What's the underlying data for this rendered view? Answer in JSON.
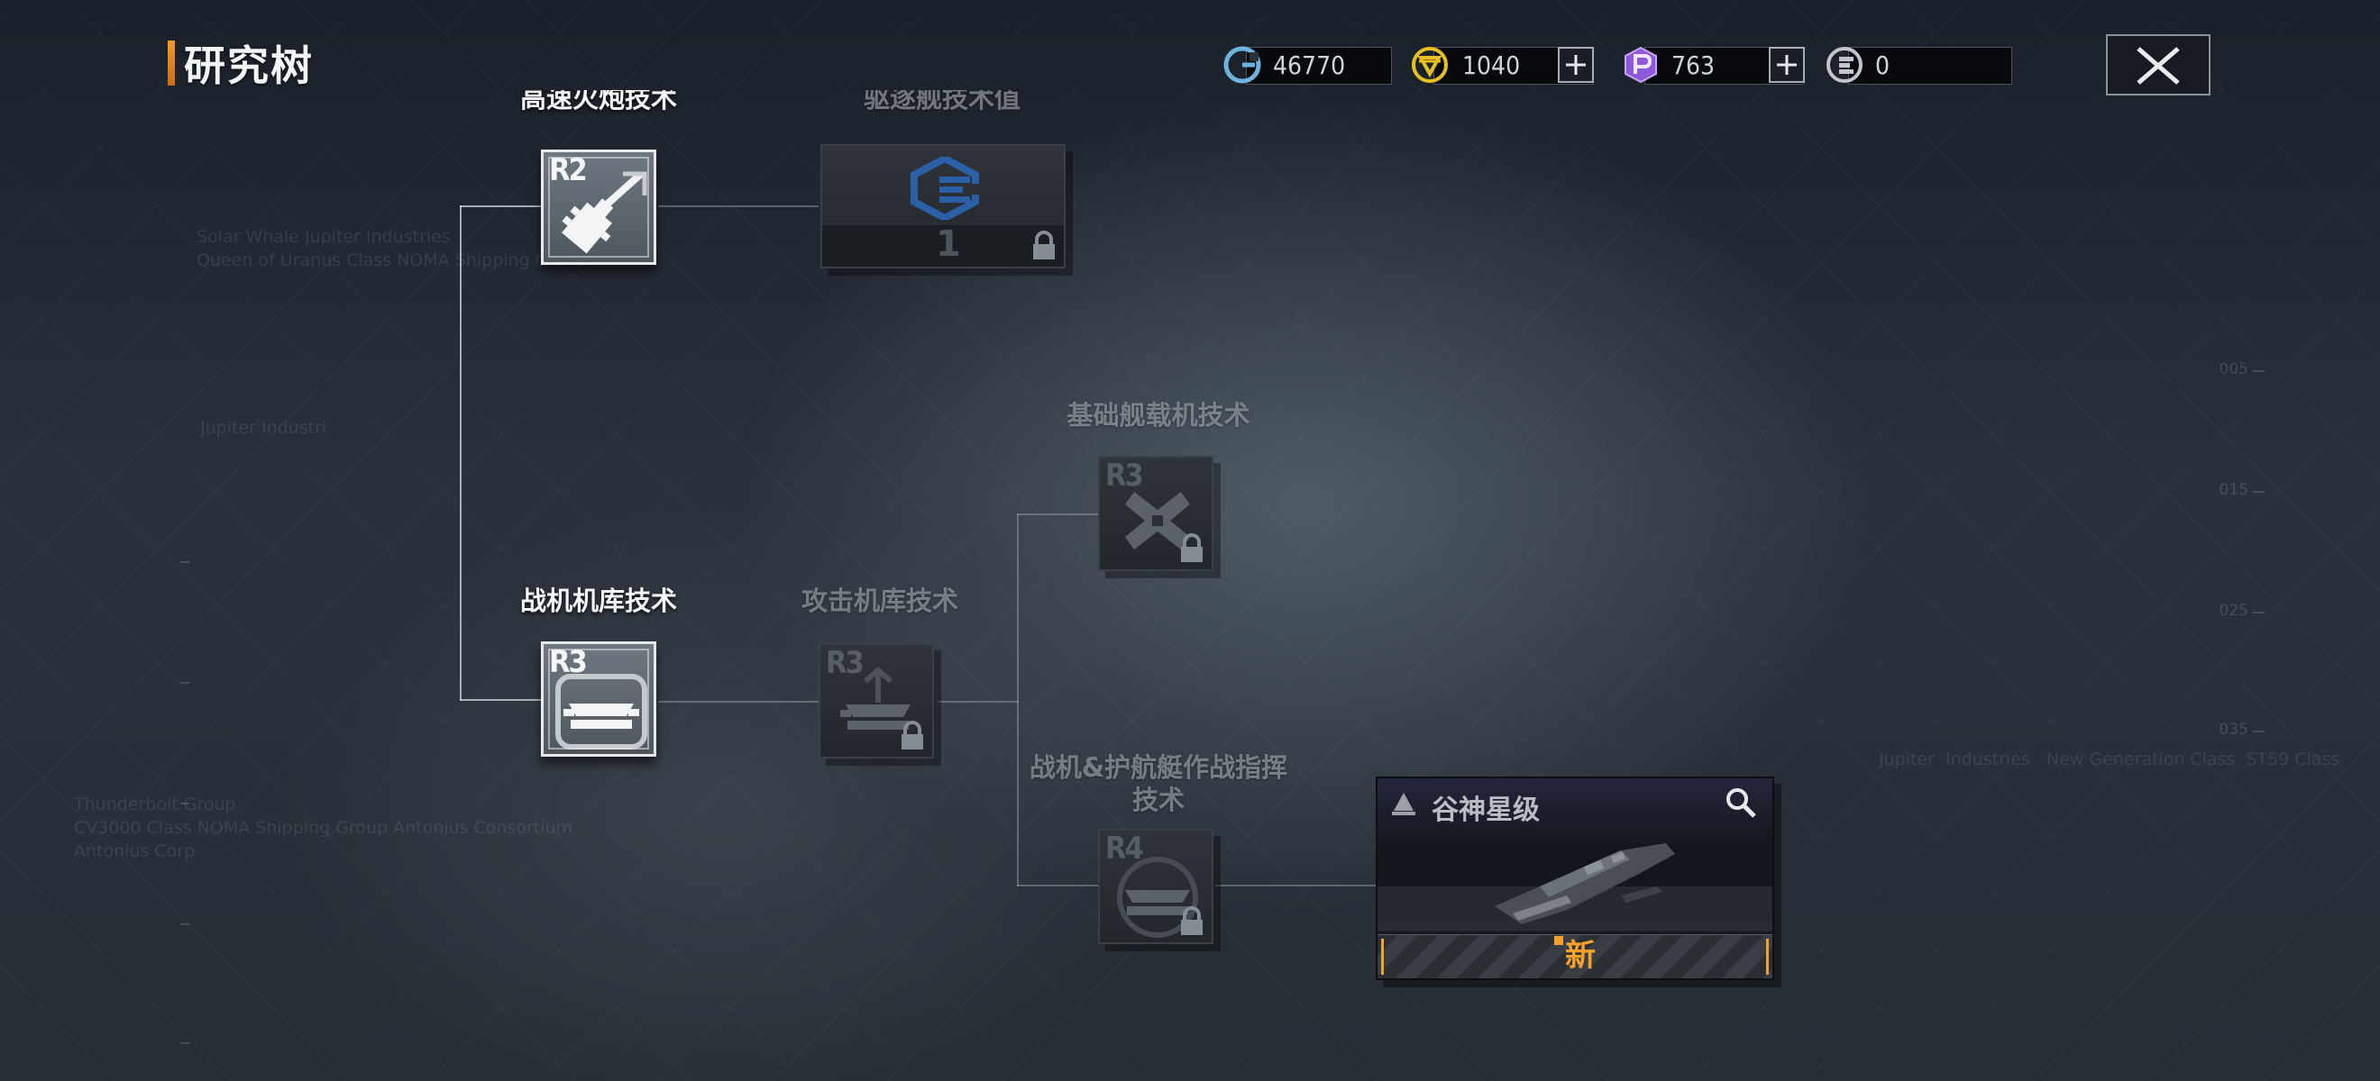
{
  "header": {
    "title": "研究树"
  },
  "resources": [
    {
      "name": "credits",
      "value": "46770",
      "icon": "g-coin-icon",
      "color": "#6fb3e0"
    },
    {
      "name": "gold",
      "value": "1040",
      "icon": "v-coin-icon",
      "color": "#e8c020",
      "addable": true
    },
    {
      "name": "premium",
      "value": "763",
      "icon": "p-gem-icon",
      "color": "#a070e0",
      "addable": true
    },
    {
      "name": "tech",
      "value": "0",
      "icon": "tech-coin-icon",
      "color": "#c0c6cc"
    }
  ],
  "tree": {
    "high_speed_cannon": {
      "label": "高速火炮技术",
      "rank": "R2",
      "icon": "cannon-icon",
      "unlocked": true
    },
    "ship_tech_value": {
      "label": "驱逐舰技术值",
      "value": "1",
      "icon": "tech-emblem-icon",
      "locked": true
    },
    "fighter_hangar": {
      "label": "战机机库技术",
      "rank": "R3",
      "icon": "hangar-icon",
      "unlocked": true
    },
    "attack_hangar": {
      "label": "攻击机库技术",
      "rank": "R3",
      "icon": "attack-hangar-icon",
      "locked": true
    },
    "basic_carrier": {
      "label": "基础舰载机技术",
      "rank": "R3",
      "icon": "carrier-aircraft-icon",
      "locked": true
    },
    "fighter_escort_command": {
      "label": "战机&护航艇作战指挥技术",
      "label_line1": "战机&护航艇作战指挥",
      "label_line2": "技术",
      "rank": "R4",
      "icon": "command-icon",
      "locked": true
    },
    "ship": {
      "name": "谷神星级",
      "tag": "新",
      "icon": "search-icon",
      "accent": "#f5a12e"
    }
  },
  "background_text": {
    "block1": "Solar Whale Jupiter Industries\nQueen of Uranus Class NOMA Shipping Group",
    "block2": "Jupiter Industri",
    "block3": "Thunderbolt Group\nCV3000 Class NOMA Shipping Group Antonius Consortium\nAntonius Corp",
    "block4": "Jupiter  Industries   New Generation Class  ST59 Class",
    "ruler": [
      "005",
      "015",
      "025",
      "035"
    ]
  }
}
